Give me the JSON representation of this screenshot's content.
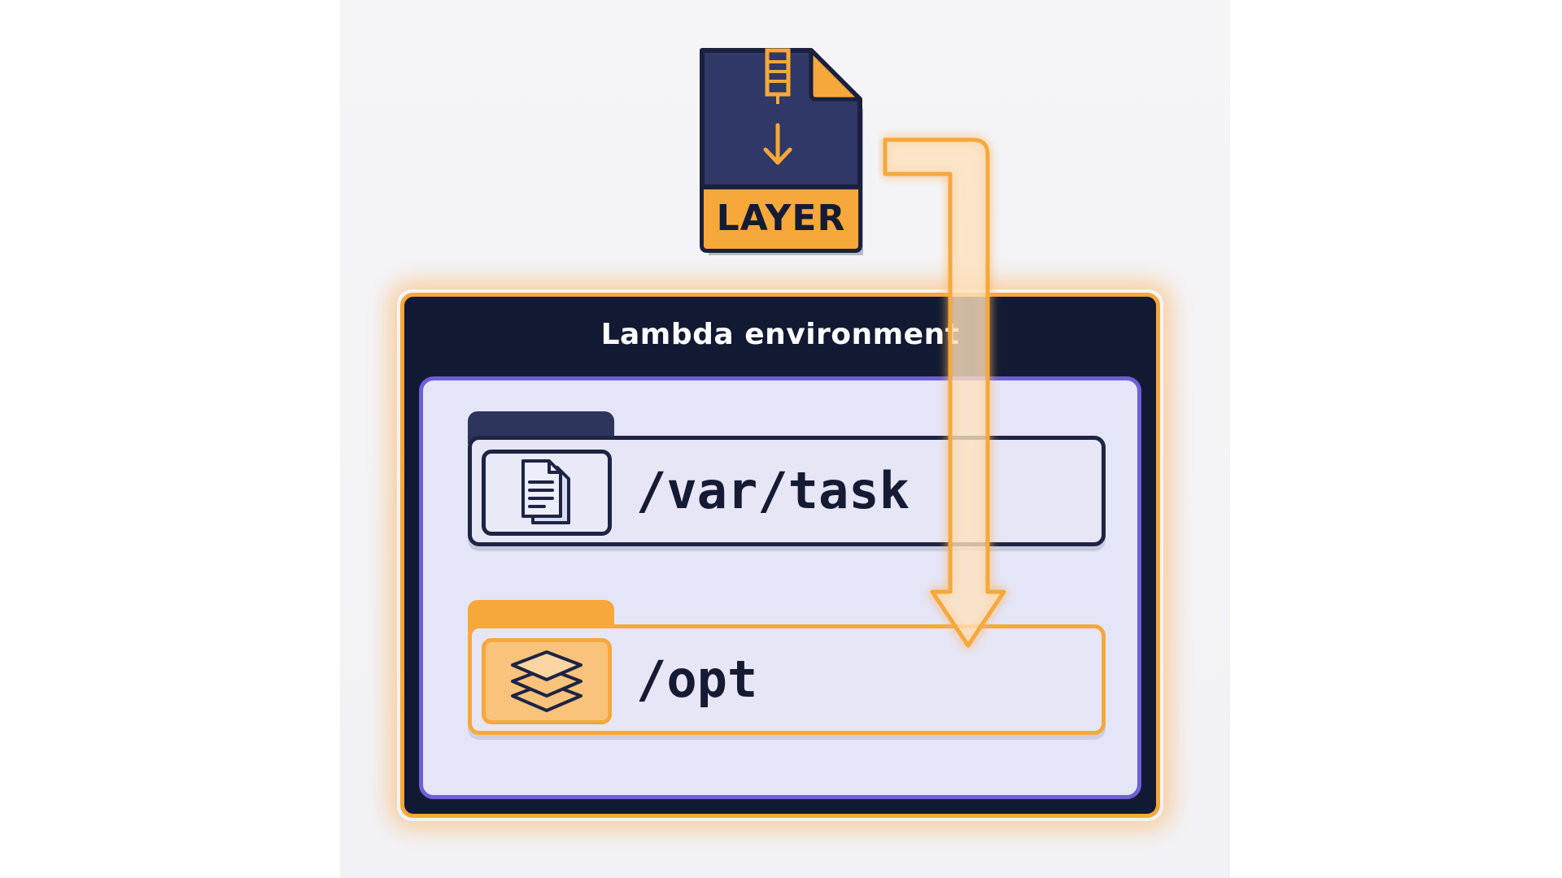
{
  "layer_file": {
    "label": "LAYER",
    "icon": "zip-file-icon"
  },
  "environment": {
    "title": "Lambda environment",
    "folders": [
      {
        "path": "/var/task",
        "icon": "documents-icon"
      },
      {
        "path": "/opt",
        "icon": "layers-stack-icon"
      }
    ]
  },
  "colors": {
    "accent": "#f6a83a",
    "navy": "#121a33",
    "inner_border": "#6f5fd8",
    "inner_fill": "#e5e5f8"
  }
}
